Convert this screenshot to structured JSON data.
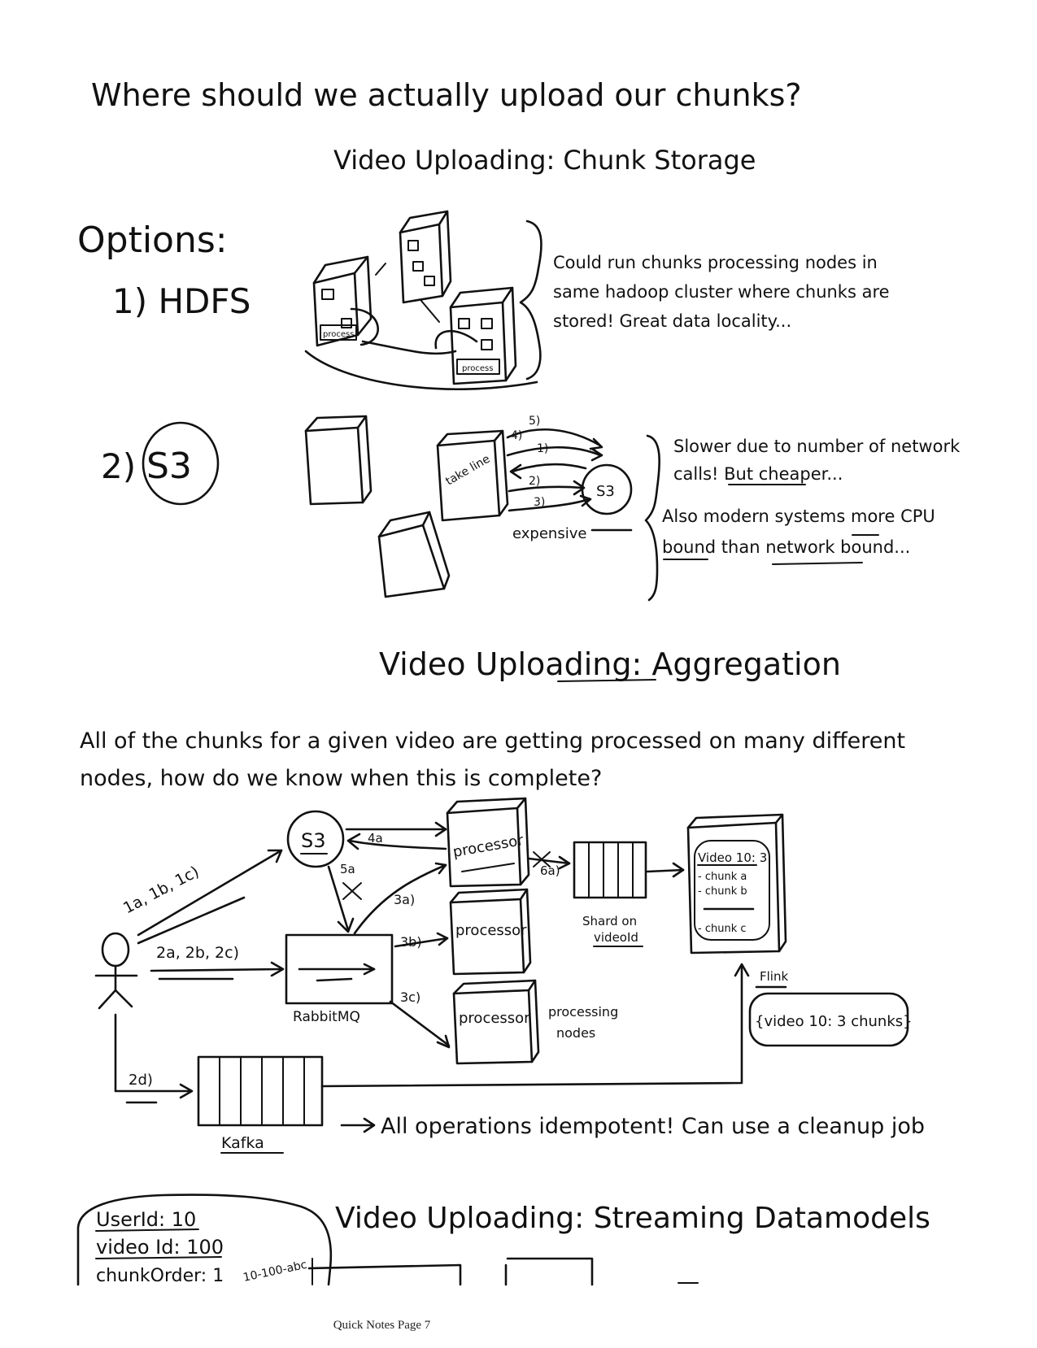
{
  "page": {
    "question_heading": "Where should we actually upload our chunks?",
    "footer": "Quick Notes Page 7"
  },
  "section_storage": {
    "title": "Video Uploading: Chunk Storage",
    "options_label": "Options:",
    "option1_label": "1) HDFS",
    "option1_process_label": "process",
    "option1_note": [
      "Could run chunks processing nodes in",
      "same hadoop cluster where chunks are",
      "stored! Great data locality..."
    ],
    "option2_label": "2)",
    "option2_s3_label": "S3",
    "option2_machine_label": "take line",
    "option2_steps": [
      "5)",
      "4)",
      "1)",
      "2)",
      "3)"
    ],
    "option2_expensive_label": "expensive",
    "option2_note1": [
      "Slower due to number of network",
      "calls! But cheaper..."
    ],
    "option2_note2": [
      "Also modern systems more CPU",
      "bound than network bound..."
    ]
  },
  "section_aggregation": {
    "title": "Video Uploading: Aggregation",
    "question": [
      "All of the chunks for a given video are getting processed on many different",
      "nodes, how do we know when this is complete?"
    ],
    "s3_label": "S3",
    "edge_labels": {
      "user_to_s3": "1a, 1b, 1c)",
      "user_to_mq": "2a, 2b, 2c)",
      "user_to_kafka": "2d)",
      "processor_to_s3": "4a",
      "s3_to_mq": "5a",
      "mq_to_p1": "3a)",
      "mq_to_p2": "3b)",
      "mq_to_p3": "3c)",
      "processor_to_queue": "6a)"
    },
    "rabbitmq_label": "RabbitMQ",
    "processor_label": "processor",
    "processing_nodes_label": [
      "processing",
      "nodes"
    ],
    "sharded_label": [
      "Shard on",
      "videoId"
    ],
    "flink_state": [
      "Video 10: 3",
      "- chunk a",
      "- chunk b",
      "- chunk c"
    ],
    "flink_label": "Flink",
    "flink_input": "{video 10: 3 chunks}",
    "kafka_label": "Kafka",
    "idempotent_note": "All operations idempotent! Can use a cleanup job"
  },
  "section_streaming": {
    "title": "Video Uploading: Streaming Datamodels",
    "record_lines": [
      "UserId: 10",
      "video Id: 100",
      "chunkOrder: 1"
    ],
    "chunk_key": "10-100-abc"
  }
}
